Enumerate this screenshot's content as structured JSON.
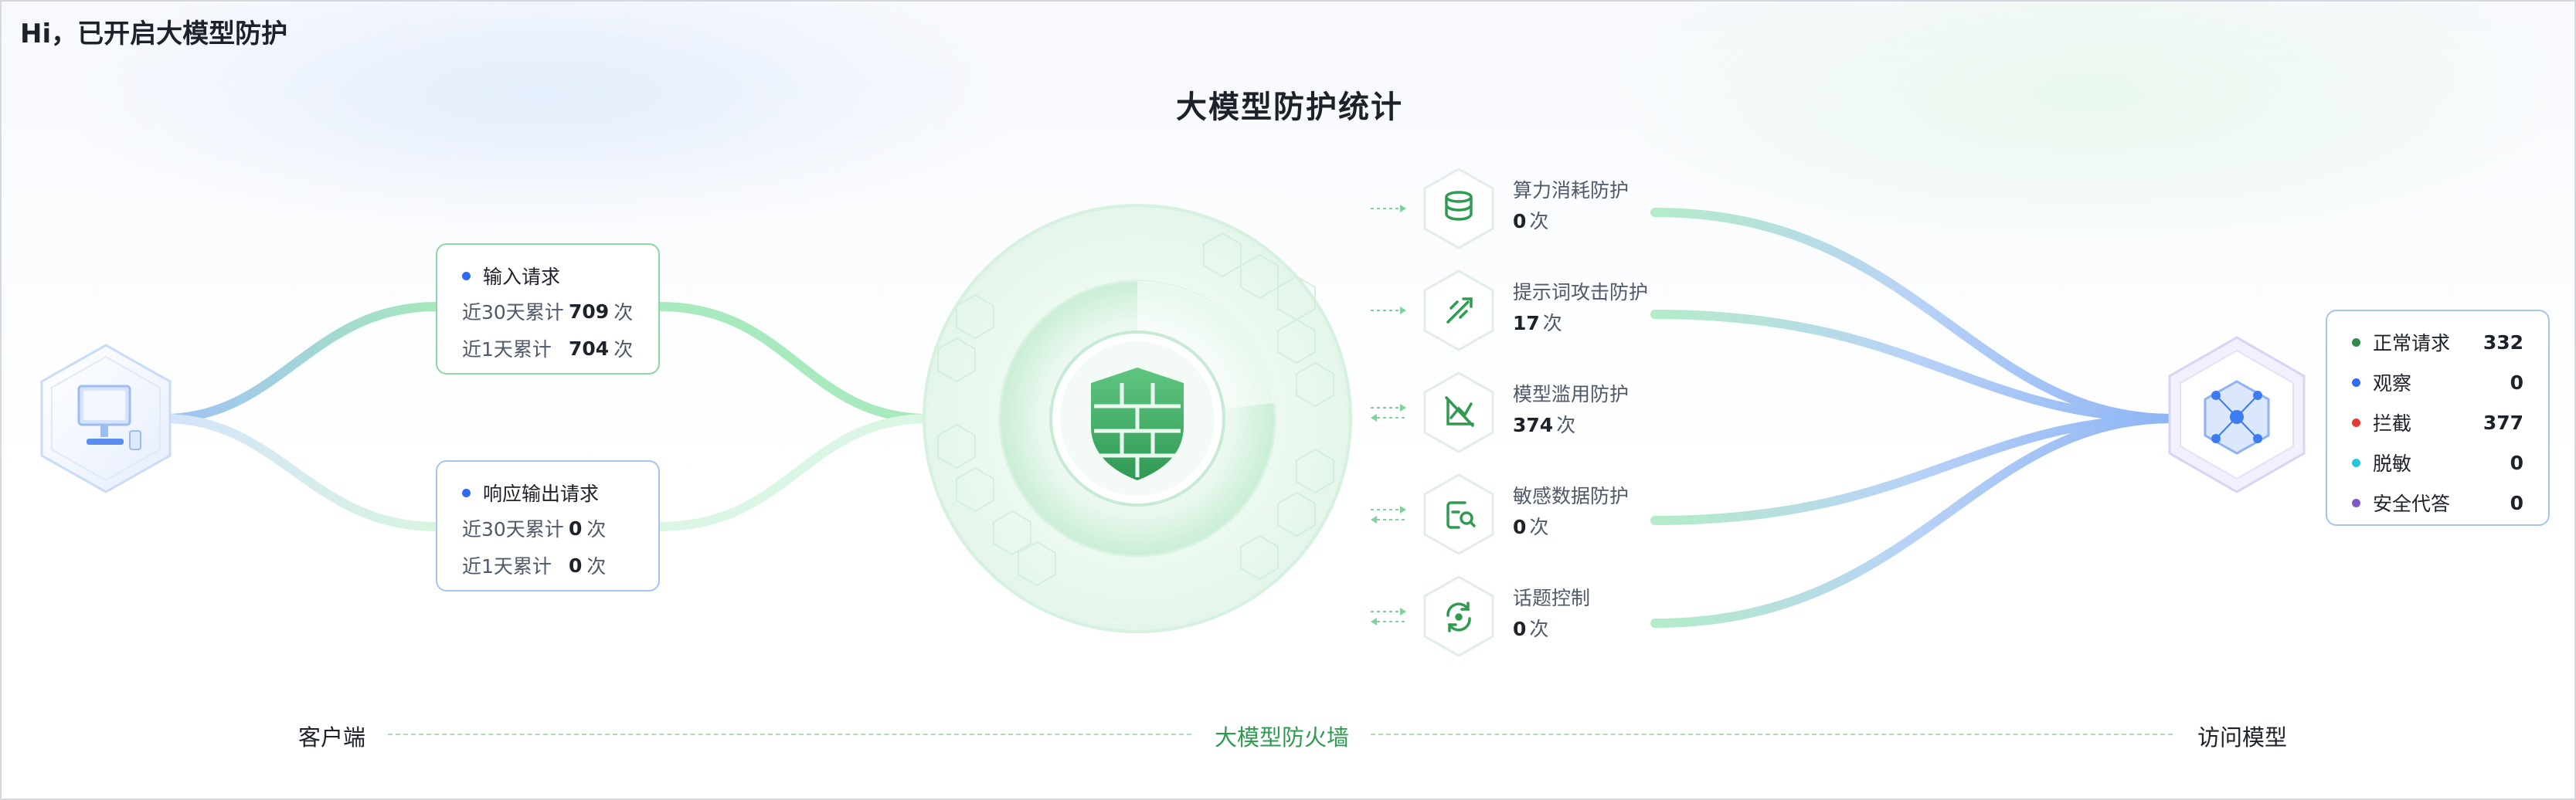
{
  "header": {
    "greeting": "Hi，已开启大模型防护"
  },
  "main": {
    "title": "大模型防护统计"
  },
  "input_card": {
    "title": "输入请求",
    "rows": [
      {
        "label": "近30天累计",
        "value": "709",
        "unit": "次"
      },
      {
        "label": "近1天累计",
        "value": "704",
        "unit": "次"
      }
    ]
  },
  "output_card": {
    "title": "响应输出请求",
    "rows": [
      {
        "label": "近30天累计",
        "value": "0",
        "unit": "次"
      },
      {
        "label": "近1天累计",
        "value": "0",
        "unit": "次"
      }
    ]
  },
  "protections": [
    {
      "name": "算力消耗防护",
      "value": "0",
      "unit": "次",
      "icon": "database-icon"
    },
    {
      "name": "提示词攻击防护",
      "value": "17",
      "unit": "次",
      "icon": "wand-icon"
    },
    {
      "name": "模型滥用防护",
      "value": "374",
      "unit": "次",
      "icon": "no-chart-icon"
    },
    {
      "name": "敏感数据防护",
      "value": "0",
      "unit": "次",
      "icon": "data-search-icon"
    },
    {
      "name": "话题控制",
      "value": "0",
      "unit": "次",
      "icon": "refresh-cycle-icon"
    }
  ],
  "results": [
    {
      "label": "正常请求",
      "value": "332",
      "color": "#2e8b4f"
    },
    {
      "label": "观察",
      "value": "0",
      "color": "#2f6bf0"
    },
    {
      "label": "拦截",
      "value": "377",
      "color": "#e53935"
    },
    {
      "label": "脱敏",
      "value": "0",
      "color": "#26c6da"
    },
    {
      "label": "安全代答",
      "value": "0",
      "color": "#7e57c2"
    }
  ],
  "bottom": {
    "client": "客户端",
    "firewall": "大模型防火墙",
    "model": "访问模型"
  },
  "colors": {
    "accent_green": "#2e9b50",
    "accent_blue": "#2f6bf0",
    "dot_blue": "#2f6bf0"
  }
}
